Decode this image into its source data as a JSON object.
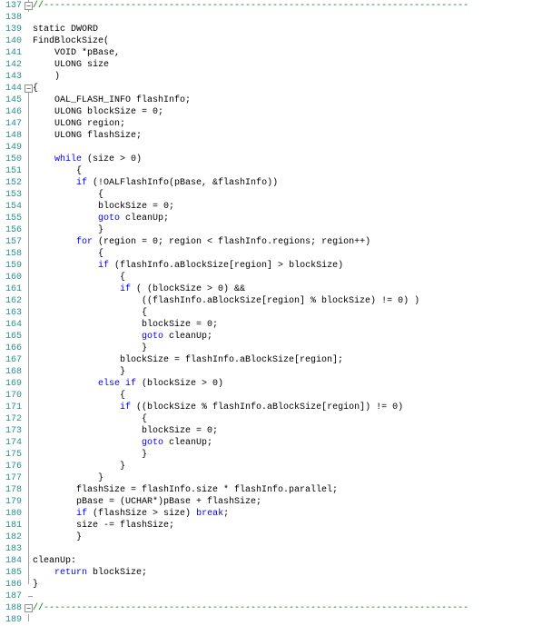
{
  "editor": {
    "lines": [
      {
        "num": "137",
        "text": "//------------------------------------------------------------------------------",
        "type": "comment"
      },
      {
        "num": "138",
        "text": "",
        "type": "plain"
      },
      {
        "num": "139",
        "text": "static DWORD",
        "type": "plain"
      },
      {
        "num": "140",
        "text": "FindBlockSize(",
        "type": "plain"
      },
      {
        "num": "141",
        "text": "    VOID *pBase,",
        "type": "plain"
      },
      {
        "num": "142",
        "text": "    ULONG size",
        "type": "plain"
      },
      {
        "num": "143",
        "text": "    )",
        "type": "plain"
      },
      {
        "num": "144",
        "text": "{",
        "type": "plain"
      },
      {
        "num": "145",
        "text": "    OAL_FLASH_INFO flashInfo;",
        "type": "plain"
      },
      {
        "num": "146",
        "text": "    ULONG blockSize = 0;",
        "type": "plain"
      },
      {
        "num": "147",
        "text": "    ULONG region;",
        "type": "plain"
      },
      {
        "num": "148",
        "text": "    ULONG flashSize;",
        "type": "plain"
      },
      {
        "num": "149",
        "text": "",
        "type": "plain"
      },
      {
        "num": "150",
        "text": "    while (size > 0)",
        "type": "while"
      },
      {
        "num": "151",
        "text": "        {",
        "type": "plain"
      },
      {
        "num": "152",
        "text": "        if (!OALFlashInfo(pBase, &flashInfo))",
        "type": "if"
      },
      {
        "num": "153",
        "text": "            {",
        "type": "plain"
      },
      {
        "num": "154",
        "text": "            blockSize = 0;",
        "type": "plain"
      },
      {
        "num": "155",
        "text": "            goto cleanUp;",
        "type": "goto"
      },
      {
        "num": "156",
        "text": "            }",
        "type": "plain"
      },
      {
        "num": "157",
        "text": "        for (region = 0; region < flashInfo.regions; region++)",
        "type": "for"
      },
      {
        "num": "158",
        "text": "            {",
        "type": "plain"
      },
      {
        "num": "159",
        "text": "            if (flashInfo.aBlockSize[region] > blockSize)",
        "type": "if"
      },
      {
        "num": "160",
        "text": "                {",
        "type": "plain"
      },
      {
        "num": "161",
        "text": "                if ( (blockSize > 0) &&",
        "type": "if"
      },
      {
        "num": "162",
        "text": "                    ((flashInfo.aBlockSize[region] % blockSize) != 0) )",
        "type": "plain"
      },
      {
        "num": "163",
        "text": "                    {",
        "type": "plain"
      },
      {
        "num": "164",
        "text": "                    blockSize = 0;",
        "type": "plain"
      },
      {
        "num": "165",
        "text": "                    goto cleanUp;",
        "type": "goto"
      },
      {
        "num": "166",
        "text": "                    }",
        "type": "plain"
      },
      {
        "num": "167",
        "text": "                blockSize = flashInfo.aBlockSize[region];",
        "type": "plain"
      },
      {
        "num": "168",
        "text": "                }",
        "type": "plain"
      },
      {
        "num": "169",
        "text": "            else if (blockSize > 0)",
        "type": "elseif"
      },
      {
        "num": "170",
        "text": "                {",
        "type": "plain"
      },
      {
        "num": "171",
        "text": "                if ((blockSize % flashInfo.aBlockSize[region]) != 0)",
        "type": "if"
      },
      {
        "num": "172",
        "text": "                    {",
        "type": "plain"
      },
      {
        "num": "173",
        "text": "                    blockSize = 0;",
        "type": "plain"
      },
      {
        "num": "174",
        "text": "                    goto cleanUp;",
        "type": "goto"
      },
      {
        "num": "175",
        "text": "                    }",
        "type": "plain"
      },
      {
        "num": "176",
        "text": "                }",
        "type": "plain"
      },
      {
        "num": "177",
        "text": "            }",
        "type": "plain"
      },
      {
        "num": "178",
        "text": "        flashSize = flashInfo.size * flashInfo.parallel;",
        "type": "plain"
      },
      {
        "num": "179",
        "text": "        pBase = (UCHAR*)pBase + flashSize;",
        "type": "plain"
      },
      {
        "num": "180",
        "text": "        if (flashSize > size) break;",
        "type": "ifbreak"
      },
      {
        "num": "181",
        "text": "        size -= flashSize;",
        "type": "plain"
      },
      {
        "num": "182",
        "text": "        }",
        "type": "plain"
      },
      {
        "num": "183",
        "text": "",
        "type": "plain"
      },
      {
        "num": "184",
        "text": "cleanUp:",
        "type": "plain"
      },
      {
        "num": "185",
        "text": "    return blockSize;",
        "type": "return"
      },
      {
        "num": "186",
        "text": "}",
        "type": "plain"
      },
      {
        "num": "187",
        "text": "",
        "type": "plain"
      },
      {
        "num": "188",
        "text": "//------------------------------------------------------------------------------",
        "type": "comment"
      },
      {
        "num": "189",
        "text": "",
        "type": "plain"
      }
    ],
    "fold_lines": [
      "137",
      "144",
      "188"
    ],
    "fold_symbol": "⊟",
    "colors": {
      "line_number": "#2a8f8f",
      "keyword": "#0000ff",
      "comment": "#008000",
      "text": "#000000",
      "background": "#ffffff"
    }
  }
}
